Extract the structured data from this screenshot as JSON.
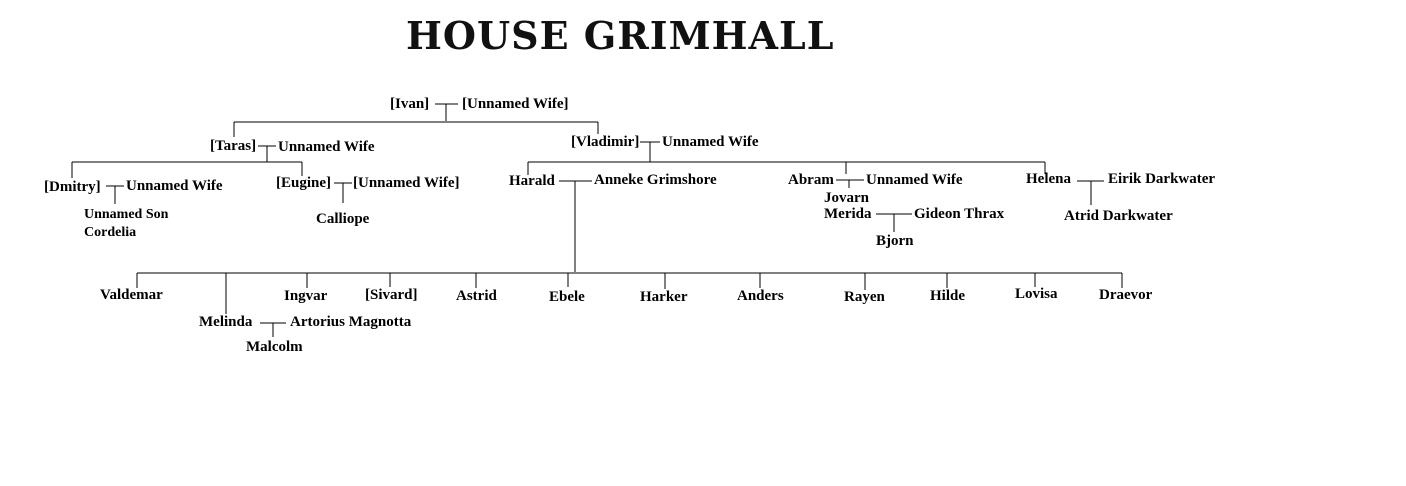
{
  "title": "House Grimhall",
  "people": {
    "ivan": "[Ivan]",
    "ivan_wife": "[Unnamed Wife]",
    "taras": "[Taras]",
    "taras_wife": "Unnamed Wife",
    "vladimir": "[Vladimir]",
    "vladimir_wife": "Unnamed Wife",
    "dmitry": "[Dmitry]",
    "dmitry_wife": "Unnamed Wife",
    "unnamed_son": "Unnamed Son",
    "cordelia": "Cordelia",
    "eugine": "[Eugine]",
    "eugine_wife": "[Unnamed Wife]",
    "calliope": "Calliope",
    "harald": "Harald",
    "anneke": "Anneke Grimshore",
    "abram": "Abram",
    "abram_wife": "Unnamed Wife",
    "jovarn": "Jovarn",
    "merida": "Merida",
    "gideon": "Gideon Thrax",
    "bjorn": "Bjorn",
    "helena": "Helena",
    "eirik": "Eirik Darkwater",
    "atrid": "Atrid Darkwater",
    "valdemar": "Valdemar",
    "melinda": "Melinda",
    "artorius": "Artorius Magnotta",
    "malcolm": "Malcolm",
    "ingvar": "Ingvar",
    "sivard": "[Sivard]",
    "astrid": "Astrid",
    "ebele": "Ebele",
    "harker": "Harker",
    "anders": "Anders",
    "rayen": "Rayen",
    "hilde": "Hilde",
    "lovisa": "Lovisa",
    "draevor": "Draevor"
  }
}
